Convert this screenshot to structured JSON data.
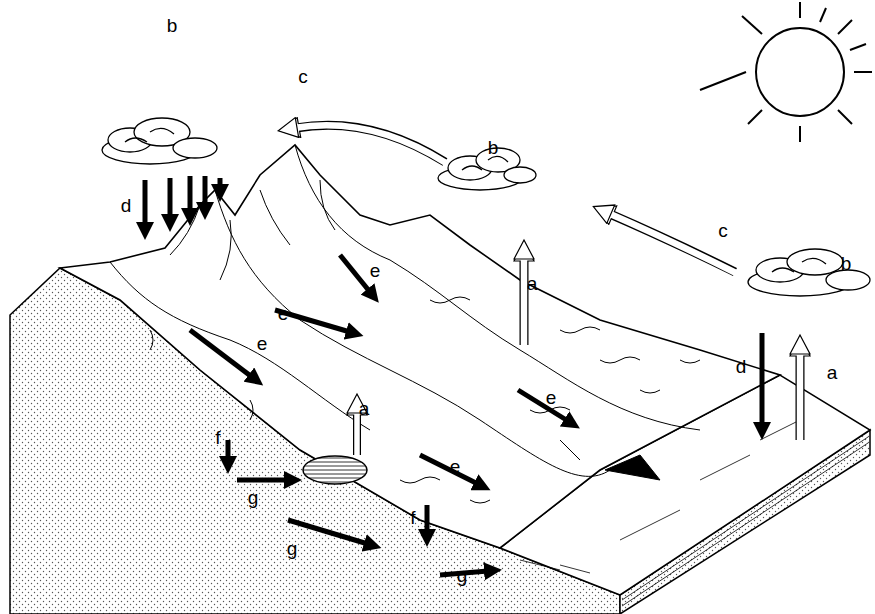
{
  "diagram": {
    "labels": [
      "b",
      "c",
      "b",
      "d",
      "c",
      "b",
      "e",
      "a",
      "e",
      "e",
      "d",
      "a",
      "e",
      "a",
      "f",
      "e",
      "g",
      "f",
      "g",
      "g"
    ]
  }
}
